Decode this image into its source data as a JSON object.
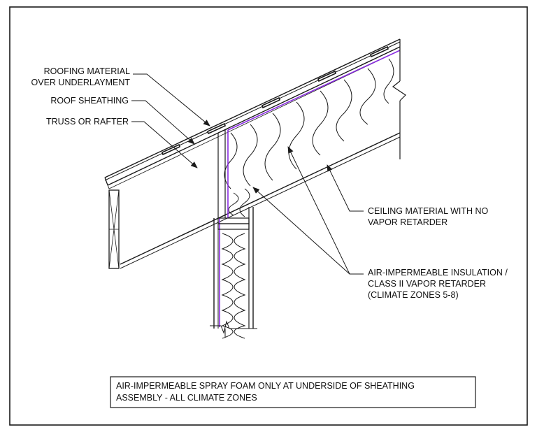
{
  "labels": {
    "roofing_line1": "ROOFING MATERIAL",
    "roofing_line2": "OVER UNDERLAYMENT",
    "sheathing": "ROOF SHEATHING",
    "truss": "TRUSS OR RAFTER",
    "ceiling_line1": "CEILING MATERIAL WITH NO",
    "ceiling_line2": "VAPOR RETARDER",
    "insulation_line1": "AIR-IMPERMEABLE INSULATION /",
    "insulation_line2": "CLASS II VAPOR RETARDER",
    "insulation_line3": "(CLIMATE ZONES 5-8)"
  },
  "title": {
    "line1": "AIR-IMPERMEABLE SPRAY FOAM ONLY AT UNDERSIDE OF SHEATHING",
    "line2": "ASSEMBLY - ALL CLIMATE ZONES"
  },
  "colors": {
    "line": "#1a1a1a",
    "vapor_retarder": "#8a2be2",
    "background": "#ffffff"
  }
}
